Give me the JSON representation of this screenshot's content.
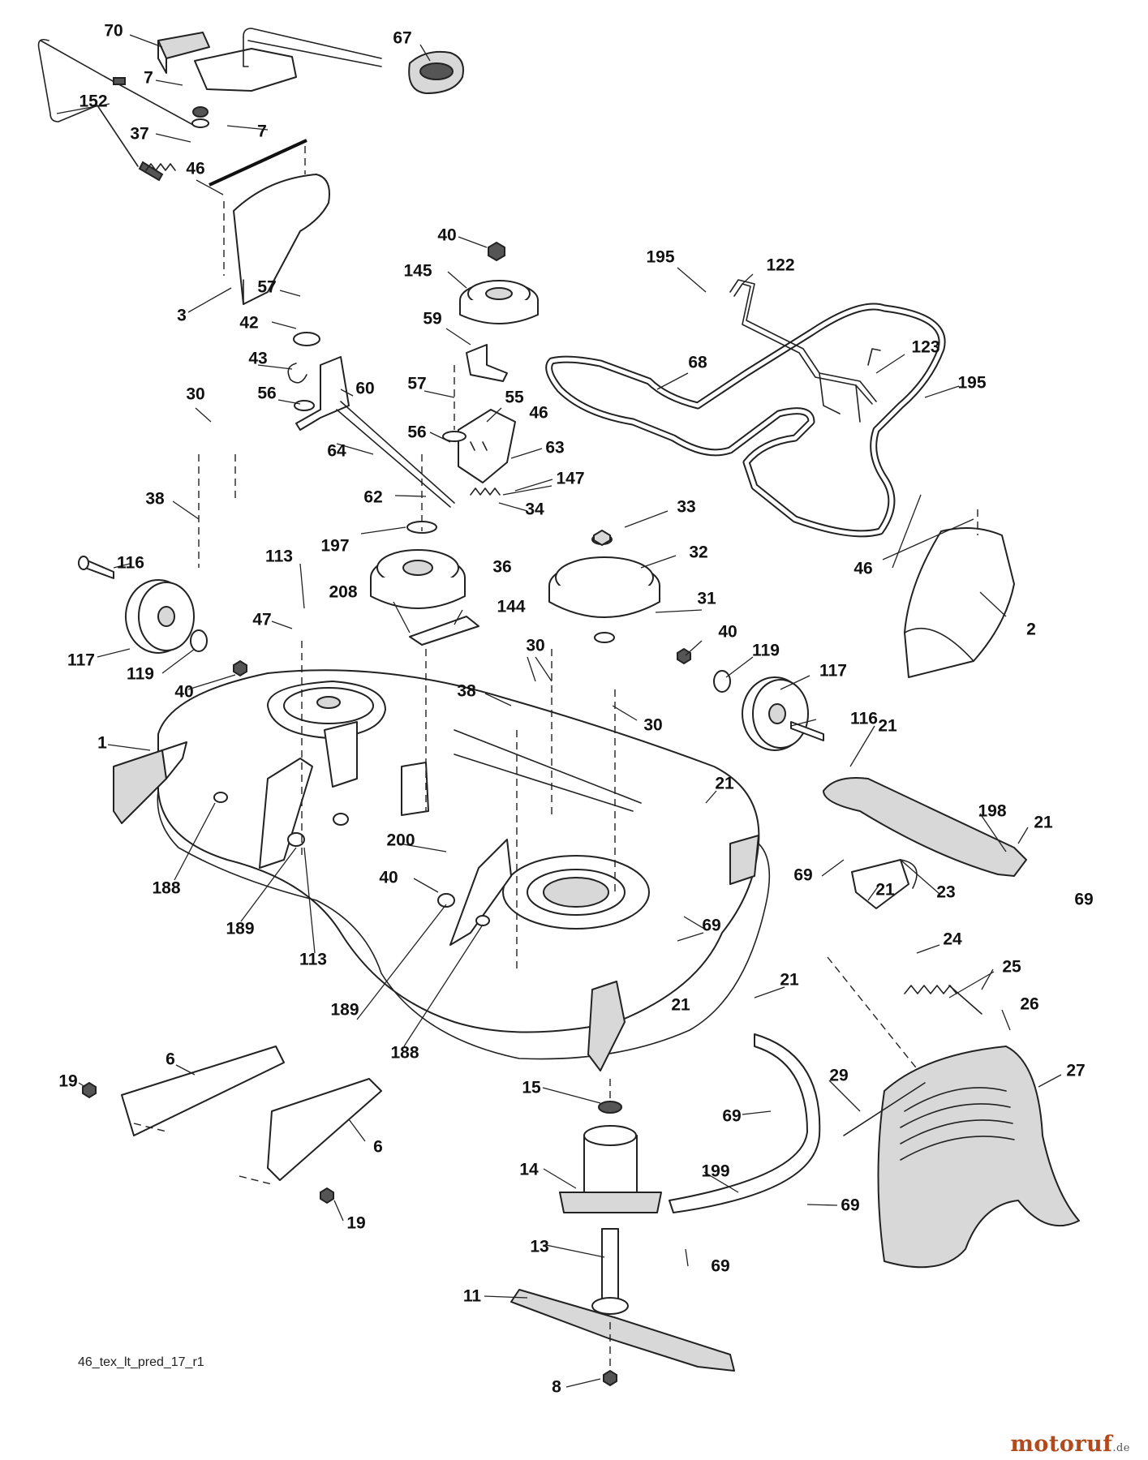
{
  "diagram": {
    "code": "46_tex_lt_pred_17_r1",
    "watermark": {
      "name": "motoruf",
      "tld": ".de"
    },
    "callouts": [
      {
        "id": "c70",
        "text": "70"
      },
      {
        "id": "c67",
        "text": "67"
      },
      {
        "id": "c7a",
        "text": "7"
      },
      {
        "id": "c7b",
        "text": "7"
      },
      {
        "id": "c152",
        "text": "152"
      },
      {
        "id": "c37",
        "text": "37"
      },
      {
        "id": "c46a",
        "text": "46"
      },
      {
        "id": "c3",
        "text": "3"
      },
      {
        "id": "c40a",
        "text": "40"
      },
      {
        "id": "c145",
        "text": "145"
      },
      {
        "id": "c195a",
        "text": "195"
      },
      {
        "id": "c122",
        "text": "122"
      },
      {
        "id": "c57a",
        "text": "57"
      },
      {
        "id": "c42",
        "text": "42"
      },
      {
        "id": "c59",
        "text": "59"
      },
      {
        "id": "c43",
        "text": "43"
      },
      {
        "id": "c68",
        "text": "68"
      },
      {
        "id": "c123",
        "text": "123"
      },
      {
        "id": "c195b",
        "text": "195"
      },
      {
        "id": "c30a",
        "text": "30"
      },
      {
        "id": "c56a",
        "text": "56"
      },
      {
        "id": "c60",
        "text": "60"
      },
      {
        "id": "c57b",
        "text": "57"
      },
      {
        "id": "c55",
        "text": "55"
      },
      {
        "id": "c46b",
        "text": "46"
      },
      {
        "id": "c56b",
        "text": "56"
      },
      {
        "id": "c64",
        "text": "64"
      },
      {
        "id": "c63",
        "text": "63"
      },
      {
        "id": "c147",
        "text": "147"
      },
      {
        "id": "c38a",
        "text": "38"
      },
      {
        "id": "c62",
        "text": "62"
      },
      {
        "id": "c34",
        "text": "34"
      },
      {
        "id": "c33",
        "text": "33"
      },
      {
        "id": "c197",
        "text": "197"
      },
      {
        "id": "c116a",
        "text": "116"
      },
      {
        "id": "c36",
        "text": "36"
      },
      {
        "id": "c32",
        "text": "32"
      },
      {
        "id": "c46c",
        "text": "46"
      },
      {
        "id": "c113a",
        "text": "113"
      },
      {
        "id": "c208",
        "text": "208"
      },
      {
        "id": "c144",
        "text": "144"
      },
      {
        "id": "c31",
        "text": "31"
      },
      {
        "id": "c2",
        "text": "2"
      },
      {
        "id": "c47",
        "text": "47"
      },
      {
        "id": "c117a",
        "text": "117"
      },
      {
        "id": "c119a",
        "text": "119"
      },
      {
        "id": "c40b",
        "text": "40"
      },
      {
        "id": "c30b",
        "text": "30"
      },
      {
        "id": "c40c",
        "text": "40"
      },
      {
        "id": "c119b",
        "text": "119"
      },
      {
        "id": "c117b",
        "text": "117"
      },
      {
        "id": "c38b",
        "text": "38"
      },
      {
        "id": "c30c",
        "text": "30"
      },
      {
        "id": "c116b",
        "text": "116"
      },
      {
        "id": "c1",
        "text": "1"
      },
      {
        "id": "c21a",
        "text": "21"
      },
      {
        "id": "c21b",
        "text": "21"
      },
      {
        "id": "c198",
        "text": "198"
      },
      {
        "id": "c21c",
        "text": "21"
      },
      {
        "id": "c188a",
        "text": "188"
      },
      {
        "id": "c200",
        "text": "200"
      },
      {
        "id": "c69a",
        "text": "69"
      },
      {
        "id": "c69b",
        "text": "69"
      },
      {
        "id": "c21d",
        "text": "21"
      },
      {
        "id": "c23",
        "text": "23"
      },
      {
        "id": "c40d",
        "text": "40"
      },
      {
        "id": "c189a",
        "text": "189"
      },
      {
        "id": "c69c",
        "text": "69"
      },
      {
        "id": "c24",
        "text": "24"
      },
      {
        "id": "c113b",
        "text": "113"
      },
      {
        "id": "c25",
        "text": "25"
      },
      {
        "id": "c21e",
        "text": "21"
      },
      {
        "id": "c189b",
        "text": "189"
      },
      {
        "id": "c21f",
        "text": "21"
      },
      {
        "id": "c26",
        "text": "26"
      },
      {
        "id": "c188b",
        "text": "188"
      },
      {
        "id": "c6a",
        "text": "6"
      },
      {
        "id": "c27",
        "text": "27"
      },
      {
        "id": "c19a",
        "text": "19"
      },
      {
        "id": "c29",
        "text": "29"
      },
      {
        "id": "c15",
        "text": "15"
      },
      {
        "id": "c69d",
        "text": "69"
      },
      {
        "id": "c6b",
        "text": "6"
      },
      {
        "id": "c14",
        "text": "14"
      },
      {
        "id": "c199",
        "text": "199"
      },
      {
        "id": "c19b",
        "text": "19"
      },
      {
        "id": "c69e",
        "text": "69"
      },
      {
        "id": "c13",
        "text": "13"
      },
      {
        "id": "c69f",
        "text": "69"
      },
      {
        "id": "c11",
        "text": "11"
      },
      {
        "id": "c8",
        "text": "8"
      }
    ]
  },
  "colors": {
    "ink": "#222222",
    "watermark": "#b14a1c"
  }
}
